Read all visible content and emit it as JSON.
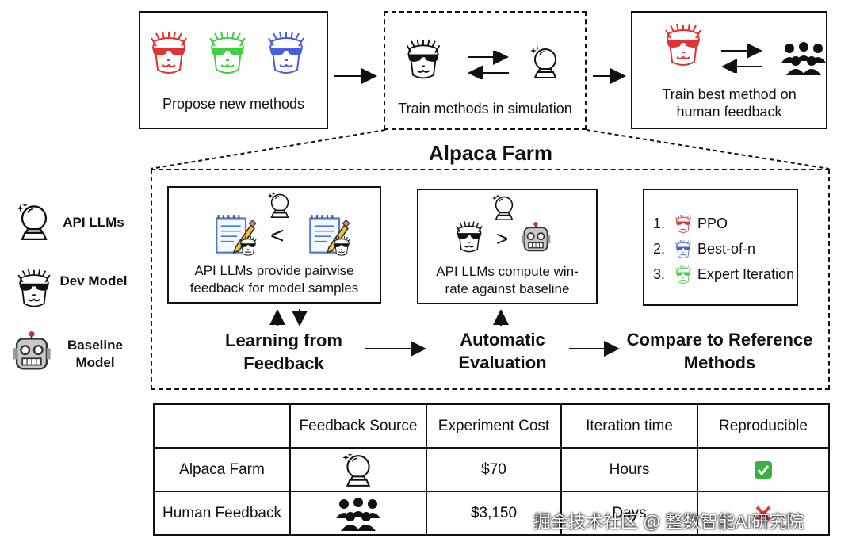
{
  "top_flow": {
    "propose": "Propose new methods",
    "simulate": "Train methods in simulation",
    "human": "Train best method on human feedback"
  },
  "title": "Alpaca Farm",
  "stages": {
    "learning": {
      "box_text": "API LLMs provide pairwise feedback for model samples",
      "label": "Learning from Feedback",
      "compare_symbol": "<"
    },
    "evaluation": {
      "box_text": "API LLMs compute win-rate against baseline",
      "label": "Automatic Evaluation",
      "compare_symbol": ">"
    },
    "reference": {
      "label": "Compare to Reference Methods",
      "methods": [
        {
          "num": "1.",
          "name": "PPO",
          "color": "#e23232"
        },
        {
          "num": "2.",
          "name": "Best-of-n",
          "color": "#4a5ee0"
        },
        {
          "num": "3.",
          "name": "Expert Iteration",
          "color": "#3fcf3f"
        }
      ]
    }
  },
  "legend": [
    {
      "label": "API LLMs",
      "icon": "crystal-ball-icon"
    },
    {
      "label": "Dev Model",
      "icon": "alpaca-icon"
    },
    {
      "label": "Baseline Model",
      "icon": "robot-icon"
    }
  ],
  "table": {
    "headers": [
      "",
      "Feedback Source",
      "Experiment Cost",
      "Iteration time",
      "Reproducible"
    ],
    "rows": [
      {
        "name": "Alpaca Farm",
        "source_icon": "crystal-ball-icon",
        "cost": "$70",
        "time": "Hours",
        "reproducible": "yes"
      },
      {
        "name": "Human Feedback",
        "source_icon": "crowd-icon",
        "cost": "$3,150",
        "time": "Days",
        "reproducible": "no"
      }
    ]
  },
  "colors": {
    "red": "#e23232",
    "green": "#3fcf3f",
    "blue": "#4a5ee0",
    "check": "#3cb043"
  },
  "watermark": "掘金技术社区 @ 整数智能AI研究院"
}
